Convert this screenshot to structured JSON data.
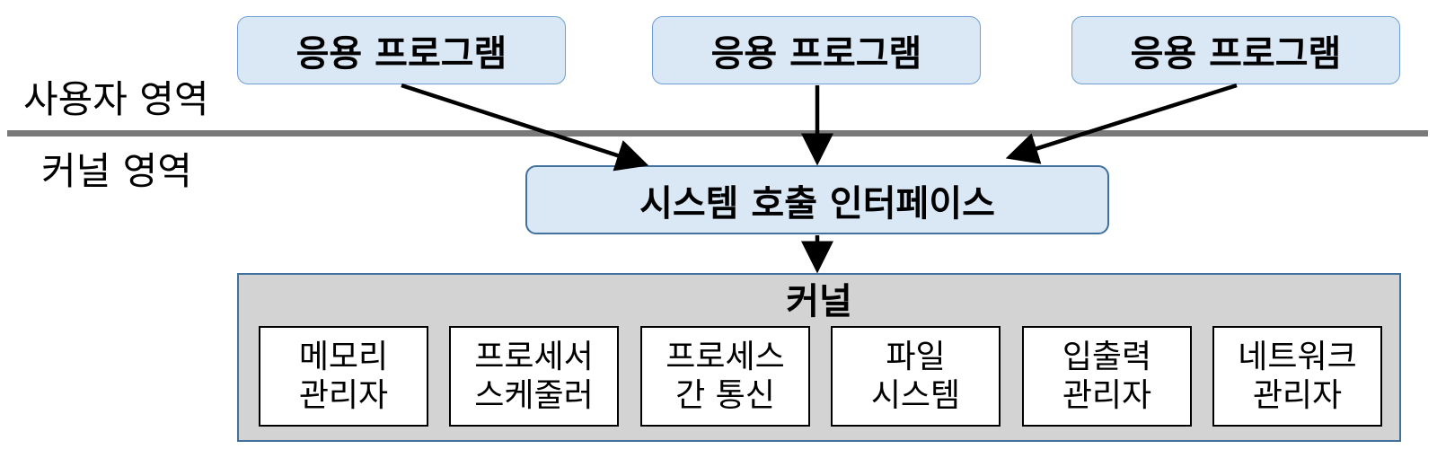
{
  "regions": {
    "user": "사용자 영역",
    "kernel": "커널 영역"
  },
  "applications": [
    "응용 프로그램",
    "응용 프로그램",
    "응용 프로그램"
  ],
  "syscall_interface": "시스템 호출 인터페이스",
  "kernel": {
    "title": "커널",
    "modules": [
      {
        "line1": "메모리",
        "line2": "관리자"
      },
      {
        "line1": "프로세서",
        "line2": "스케줄러"
      },
      {
        "line1": "프로세스",
        "line2": "간 통신"
      },
      {
        "line1": "파일",
        "line2": "시스템"
      },
      {
        "line1": "입출력",
        "line2": "관리자"
      },
      {
        "line1": "네트워크",
        "line2": "관리자"
      }
    ]
  },
  "colors": {
    "app_fill": "#dae7f5",
    "app_border": "#6f9fd6",
    "syscall_border": "#41719c",
    "kernel_fill": "#d3d3d3",
    "divider": "#7a7a7a"
  }
}
